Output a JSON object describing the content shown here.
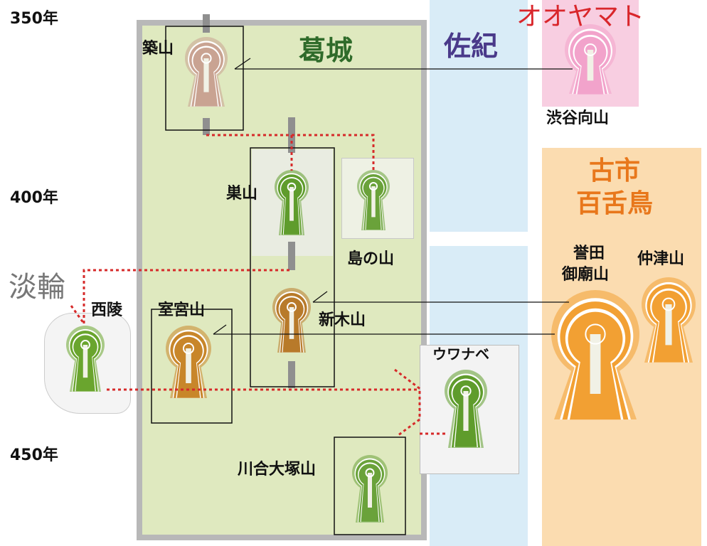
{
  "years": [
    "350年",
    "400年",
    "450年"
  ],
  "regions": {
    "kazuraki": {
      "label": "葛城",
      "color": "#2f6b2a"
    },
    "saki": {
      "label": "佐紀",
      "color": "#4a3a8a"
    },
    "oyamato": {
      "label": "オオヤマト",
      "color": "#d9262b"
    },
    "furuichi_mozu": {
      "label_line1": "古市",
      "label_line2": "百舌鳥",
      "color": "#e8771b"
    },
    "awaji": {
      "label": "淡輪",
      "color": "#777777"
    }
  },
  "mounds": [
    {
      "id": "tsukiyama",
      "label": "築山",
      "color": "#c9a392"
    },
    {
      "id": "suyama",
      "label": "巣山",
      "color": "#5f9c2c"
    },
    {
      "id": "shimanoyama",
      "label": "島の山",
      "color": "#6aa23a"
    },
    {
      "id": "shinkiyama",
      "label": "新木山",
      "color": "#b87a2a"
    },
    {
      "id": "muromiyayama",
      "label": "室宮山",
      "color": "#c8862a"
    },
    {
      "id": "nishimisasagi",
      "label": "西陵",
      "color": "#6aa52e"
    },
    {
      "id": "uwanabe",
      "label": "ウワナベ",
      "color": "#5f9c2c"
    },
    {
      "id": "kawaiotsukayama",
      "label": "川合大塚山",
      "color": "#6aa23a"
    },
    {
      "id": "shibutanimukaiyama",
      "label": "渋谷向山",
      "color": "#f2a3cb"
    },
    {
      "id": "kondagobyoyama",
      "label_line1": "誉田",
      "label_line2": "御廟山",
      "color": "#f2a033"
    },
    {
      "id": "nakatsuyama",
      "label": "仲津山",
      "color": "#f2a033"
    }
  ],
  "colors": {
    "kazuraki_bg": "#dfe9bf",
    "kazuraki_border": "#b8b8b8",
    "saki_bg": "#d9ecf7",
    "oyamato_bg": "#f8cee1",
    "furuichi_bg": "#fbdcb0",
    "dotted_line": "#d62a2a"
  }
}
